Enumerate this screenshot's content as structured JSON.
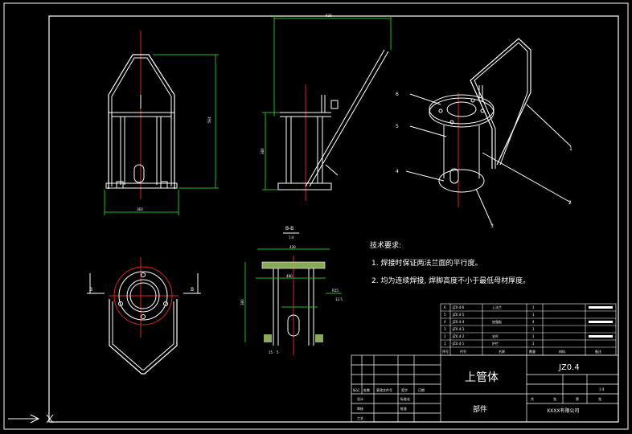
{
  "views": {
    "front": {
      "dim_width": "360",
      "dim_height": "564"
    },
    "side": {
      "dim_width": "636",
      "dim_height": "380"
    },
    "section": {
      "title": "B-B",
      "scale": "1:4",
      "dim_top": "430",
      "dim_inner": "480",
      "dim_height": "380",
      "dim_label_1": "R25",
      "dim_label_2": "5",
      "dim_label_3": "15",
      "roughness": "12.5"
    },
    "top": {
      "section_mark_left": "B",
      "section_mark_right": "B"
    },
    "iso": {
      "balloons": [
        "1",
        "2",
        "3",
        "4",
        "5",
        "6"
      ]
    }
  },
  "tech_requirements": {
    "title": "技术要求:",
    "items": [
      "1. 焊接时保证两法兰面的平行度。",
      "2. 均为连续焊接, 焊脚高度不小于最低母材厚度。"
    ]
  },
  "bom": {
    "rows": [
      {
        "no": "6",
        "code": "JZ0.4-6",
        "name": "上法兰",
        "qty": "1"
      },
      {
        "no": "5",
        "code": "JZ0.4-5",
        "name": "",
        "qty": "1"
      },
      {
        "no": "4",
        "code": "JZ0.4-4",
        "name": "加强板",
        "qty": "4"
      },
      {
        "no": "3",
        "code": "JZ0.4-3",
        "name": "",
        "qty": "1"
      },
      {
        "no": "2",
        "code": "JZ0.4-2",
        "name": "支杆",
        "qty": "1"
      },
      {
        "no": "1",
        "code": "JZ0.4-1",
        "name": "护栏",
        "qty": "1"
      }
    ],
    "header": [
      "序号",
      "代号",
      "名称",
      "数量",
      "材料",
      "备注"
    ]
  },
  "title_block": {
    "part_name": "上管体",
    "drawing_no": "JZ0.4",
    "type_label": "部件",
    "company": "XXXX有限公司",
    "scale": "1:4",
    "labels": [
      "标记",
      "处数",
      "更改文件号",
      "签字",
      "日期",
      "设计",
      "审核",
      "工艺",
      "标准化",
      "批准",
      "共",
      "张",
      "第",
      "张"
    ]
  }
}
